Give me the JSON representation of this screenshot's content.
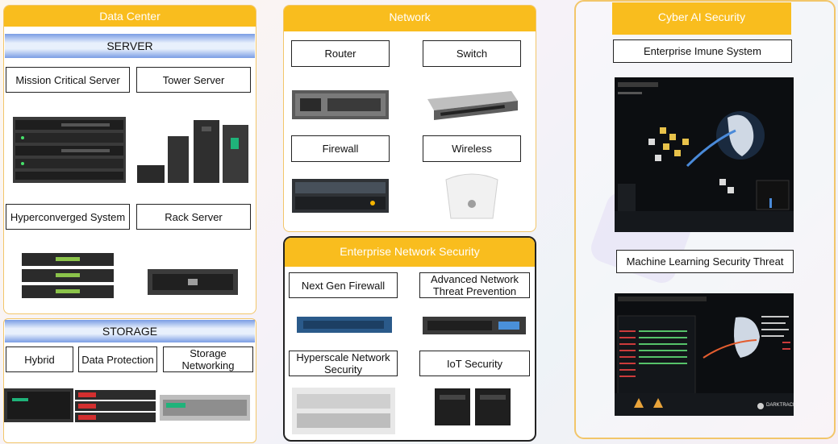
{
  "data_center": {
    "title": "Data Center",
    "server_header": "SERVER",
    "servers": [
      "Mission Critical Server",
      "Tower Server",
      "Hyperconverged System",
      "Rack Server"
    ],
    "storage_header": "STORAGE",
    "storage": [
      "Hybrid",
      "Data Protection",
      "Storage Networking"
    ]
  },
  "network": {
    "title": "Network",
    "items": [
      "Router",
      "Switch",
      "Firewall",
      "Wireless"
    ]
  },
  "security": {
    "title": "Enterprise Network Security",
    "items": [
      "Next Gen Firewall",
      "Advanced Network Threat Prevention",
      "Hyperscale Network Security",
      "IoT Security"
    ]
  },
  "cyber_ai": {
    "title": "Cyber AI Security",
    "items": [
      "Enterprise Imune System",
      "Machine Learning Security Threat"
    ],
    "brand": "DARKTRACE"
  },
  "colors": {
    "accent": "#f9bd1e",
    "panel_border": "#f2c66a",
    "subhead_blue": "#7a9de4"
  }
}
